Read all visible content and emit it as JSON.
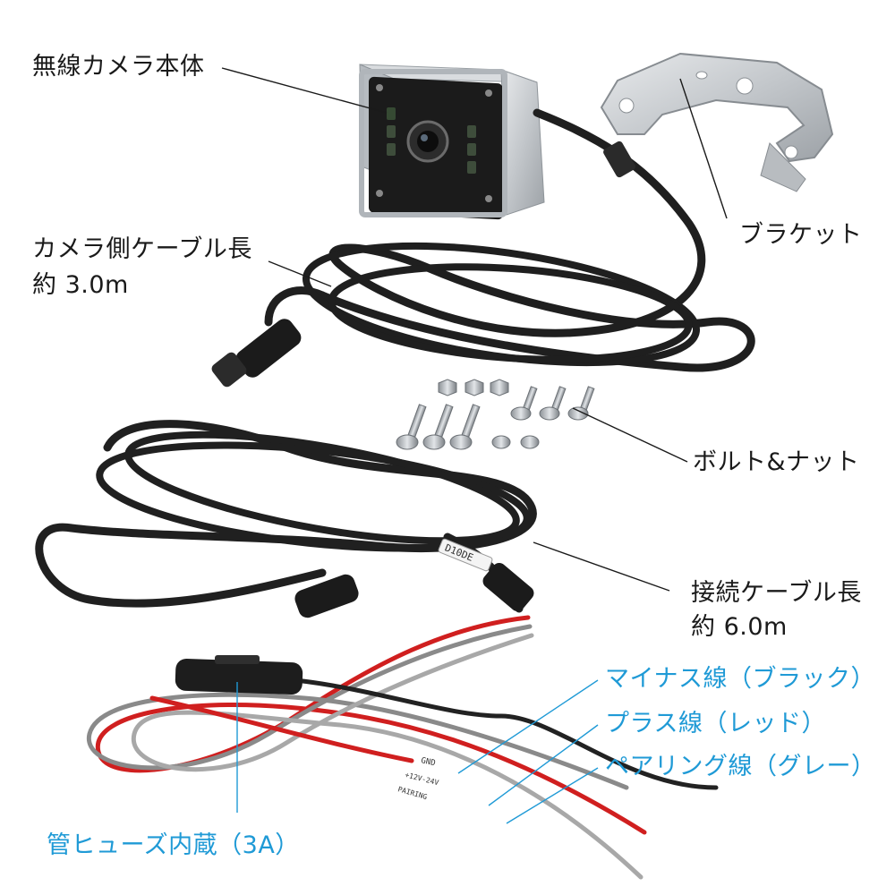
{
  "labels": {
    "camera_body": "無線カメラ本体",
    "bracket": "ブラケット",
    "camera_cable_line1": "カメラ側ケーブル長",
    "camera_cable_line2": "約 3.0m",
    "bolts": "ボルト&ナット",
    "conn_cable_line1": "接続ケーブル長",
    "conn_cable_line2": "約 6.0m",
    "minus_wire": "マイナス線（ブラック）",
    "plus_wire": "プラス線（レッド）",
    "pairing_wire": "ペアリング線（グレー）",
    "fuse": "管ヒューズ内蔵（3A）"
  },
  "cable_tags": {
    "conn_tag": "D10DE",
    "gnd_tag": "GND",
    "power_tag": "+12V-24V",
    "pair_tag": "PAIRING"
  },
  "colors": {
    "label_text": "#1a1a1a",
    "accent_blue": "#1f9ad6",
    "cable_black": "#222222",
    "wire_red": "#d01f1f",
    "wire_gray": "#8a8a8a",
    "metal": "#c9cdd1"
  }
}
